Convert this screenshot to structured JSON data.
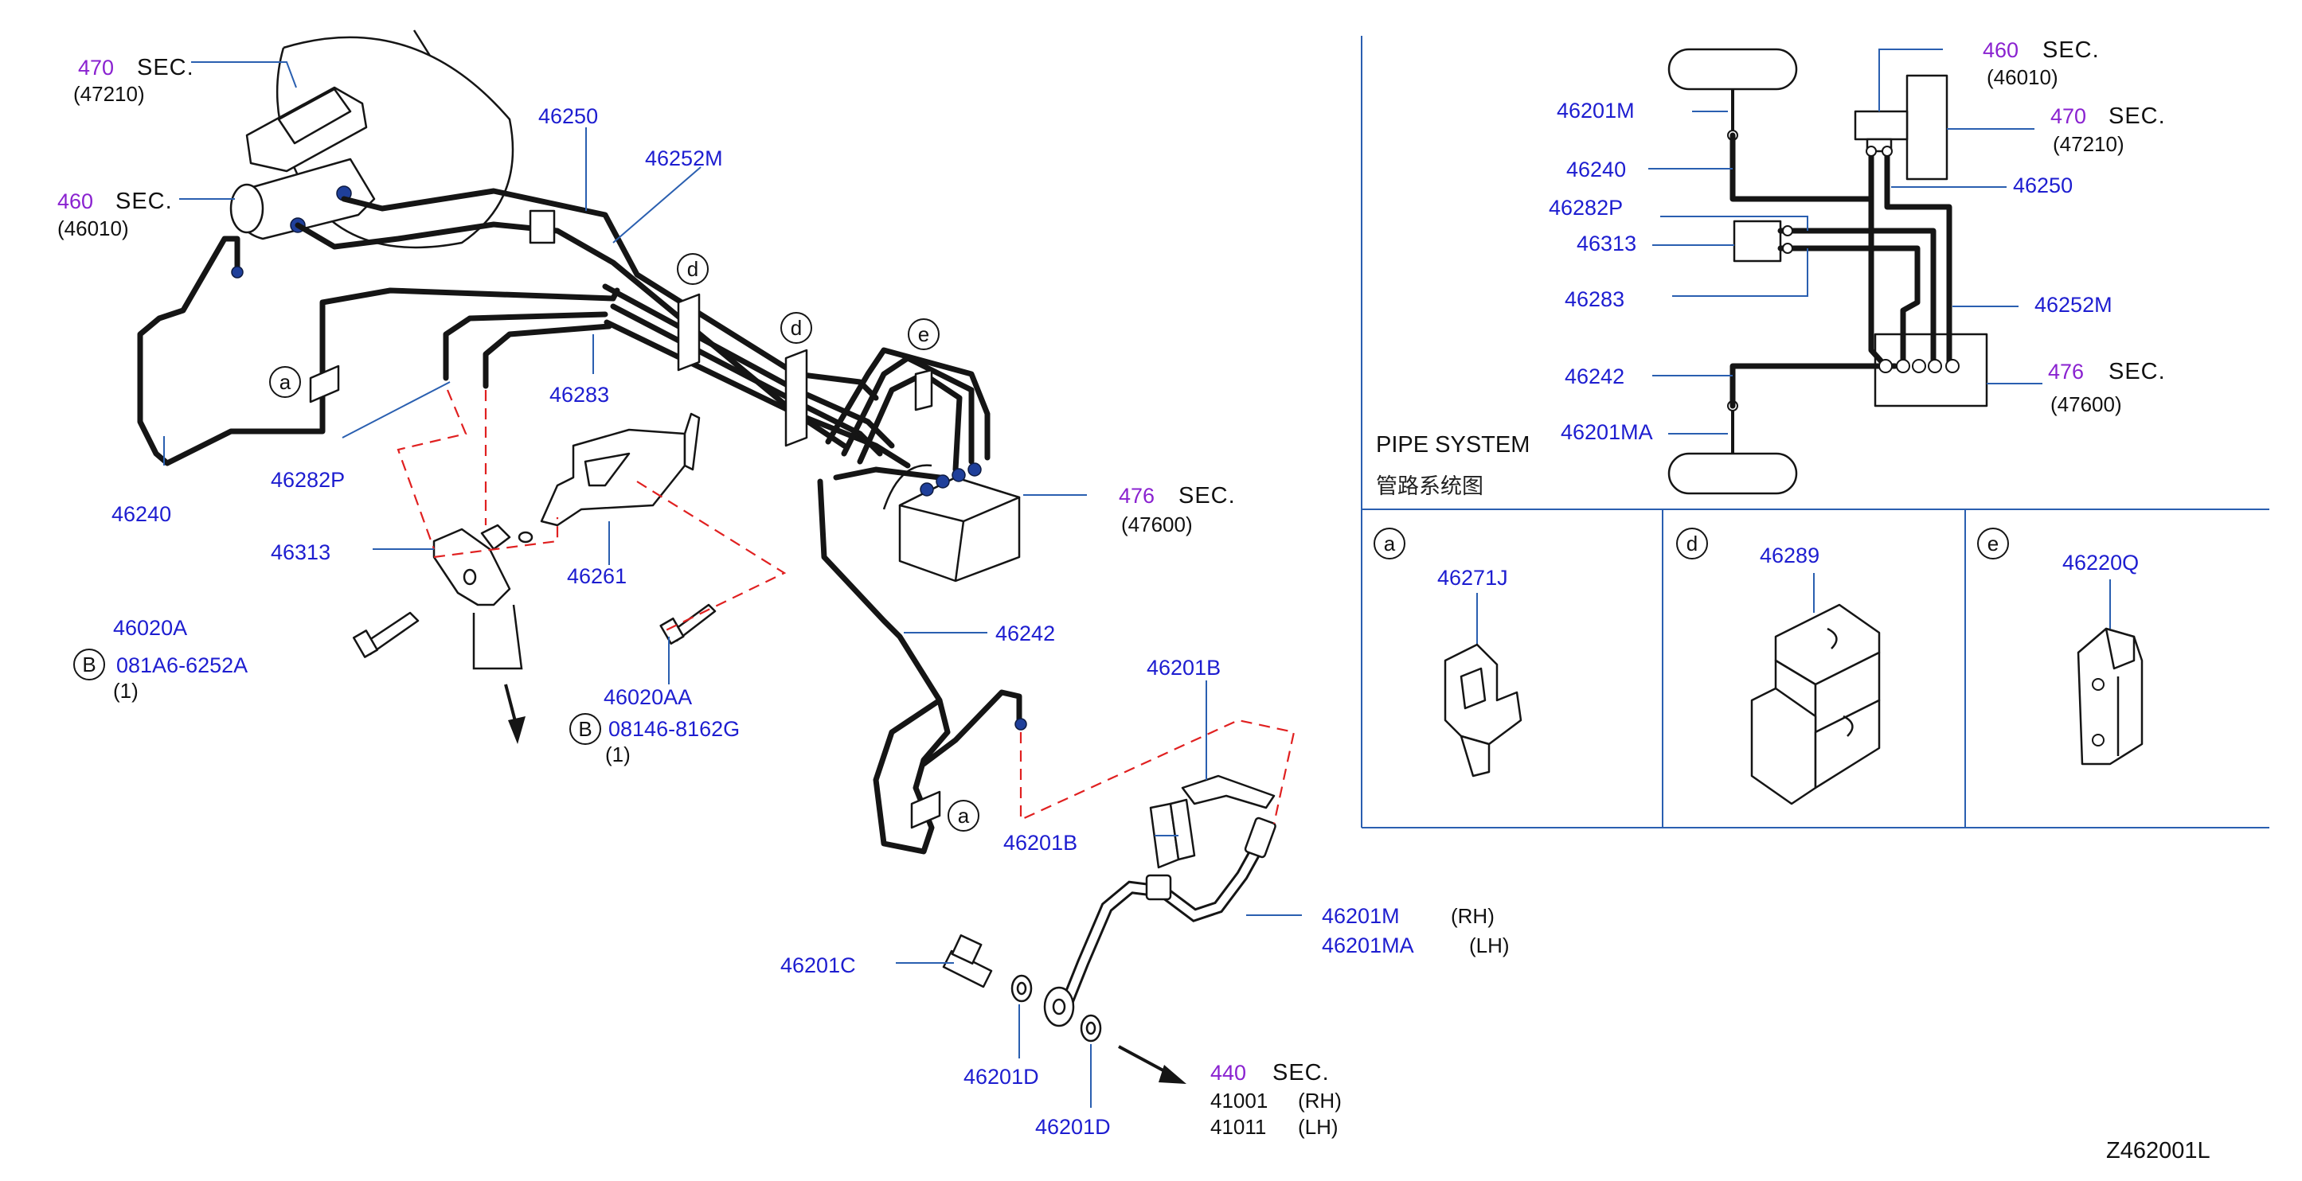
{
  "labels": {
    "p46250": "46250",
    "p46252M": "46252M",
    "p46283": "46283",
    "p46282P": "46282P",
    "p46240": "46240",
    "p46313": "46313",
    "p46261": "46261",
    "p46020A": "46020A",
    "b1_part": "081A6-6252A",
    "b1_qty": "(1)",
    "p46020AA": "46020AA",
    "b2_part": "08146-8162G",
    "b2_qty": "(1)",
    "p46242": "46242",
    "p46201B_top": "46201B",
    "p46201B_bot": "46201B",
    "p46201M": "46201M",
    "p46201MA": "46201MA",
    "rh": "(RH)",
    "lh": "(LH)",
    "p46201C": "46201C",
    "p46201D_a": "46201D",
    "p46201D_b": "46201D",
    "p41001": "41001",
    "p41011": "41011",
    "rh2": "(RH)",
    "lh2": "(LH)",
    "diagram_id": "Z462001L"
  },
  "sections": {
    "s470": {
      "num": "470",
      "word": "SEC.",
      "ref": "(47210)"
    },
    "s460": {
      "num": "460",
      "word": "SEC.",
      "ref": "(46010)"
    },
    "s476": {
      "num": "476",
      "word": "SEC.",
      "ref": "(47600)"
    },
    "s440": {
      "num": "440",
      "word": "SEC."
    }
  },
  "callouts": {
    "a": "a",
    "d": "d",
    "e": "e",
    "B": "B"
  },
  "pipe_system": {
    "title": "PIPE   SYSTEM",
    "title_cn": "管路系统图",
    "labels": {
      "p46201M": "46201M",
      "p46240": "46240",
      "p46282P": "46282P",
      "p46313": "46313",
      "p46283": "46283",
      "p46242": "46242",
      "p46201MA": "46201MA",
      "p46250": "46250",
      "p46252M": "46252M"
    },
    "sections": {
      "s460": {
        "num": "460",
        "word": "SEC.",
        "ref": "(46010)"
      },
      "s470": {
        "num": "470",
        "word": "SEC.",
        "ref": "(47210)"
      },
      "s476": {
        "num": "476",
        "word": "SEC.",
        "ref": "(47600)"
      }
    }
  },
  "details": [
    {
      "callout": "a",
      "part": "46271J"
    },
    {
      "callout": "d",
      "part": "46289"
    },
    {
      "callout": "e",
      "part": "46220Q"
    }
  ],
  "colors": {
    "part_number": "#1d1dd0",
    "section_number": "#8a22d0",
    "leader": "#2a5fb0",
    "dash_line": "#e02020",
    "pipe": "#151515"
  }
}
